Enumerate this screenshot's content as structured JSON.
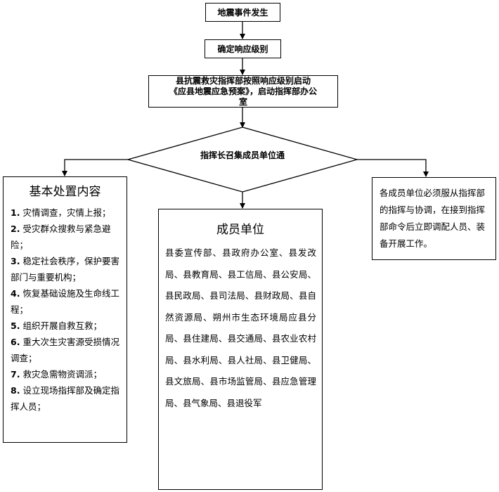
{
  "flow": {
    "step1": "地震事件发生",
    "step2": "确定响应级别",
    "step3_line1": "县抗震救灾指挥部按照响应级别启动",
    "step3_line2": "《应县地震应急预案》，启动指挥部办公",
    "step3_line3": "室",
    "decision": "指挥长召集成员单位通"
  },
  "left": {
    "title": "基本处置内容",
    "items": [
      {
        "num": "1.",
        "text": "灾情调查，灾情上报；"
      },
      {
        "num": "2.",
        "text": "受灾群众搜救与紧急避险；"
      },
      {
        "num": "3.",
        "text": "稳定社会秩序，保护要害部门与重要机构；"
      },
      {
        "num": "4.",
        "text": "恢复基础设施及生命线工程；"
      },
      {
        "num": "5.",
        "text": "组织开展自救互救；"
      },
      {
        "num": "6.",
        "text": "重大次生灾害源受损情况调查；"
      },
      {
        "num": "7.",
        "text": "救灾急需物资调派；"
      },
      {
        "num": "8.",
        "text": "设立现场指挥部及确定指挥人员；"
      }
    ]
  },
  "center": {
    "title": "成员单位",
    "text": "县委宣传部、县政府办公室、县发改局、县教育局、县工信局、县公安局、县民政局、县司法局、县财政局、县自然资源局、朔州市生态环境局应县分局、县住建局、县交通局、县农业农村局、县水利局、县人社局、县卫健局、县文旅局、县市场监管局、县应急管理局、县气象局、县退役军"
  },
  "right": {
    "text": "各成员单位必须服从指挥部的指挥与协调，在接到指挥部命令后立即调配人员、装备开展工作。"
  }
}
